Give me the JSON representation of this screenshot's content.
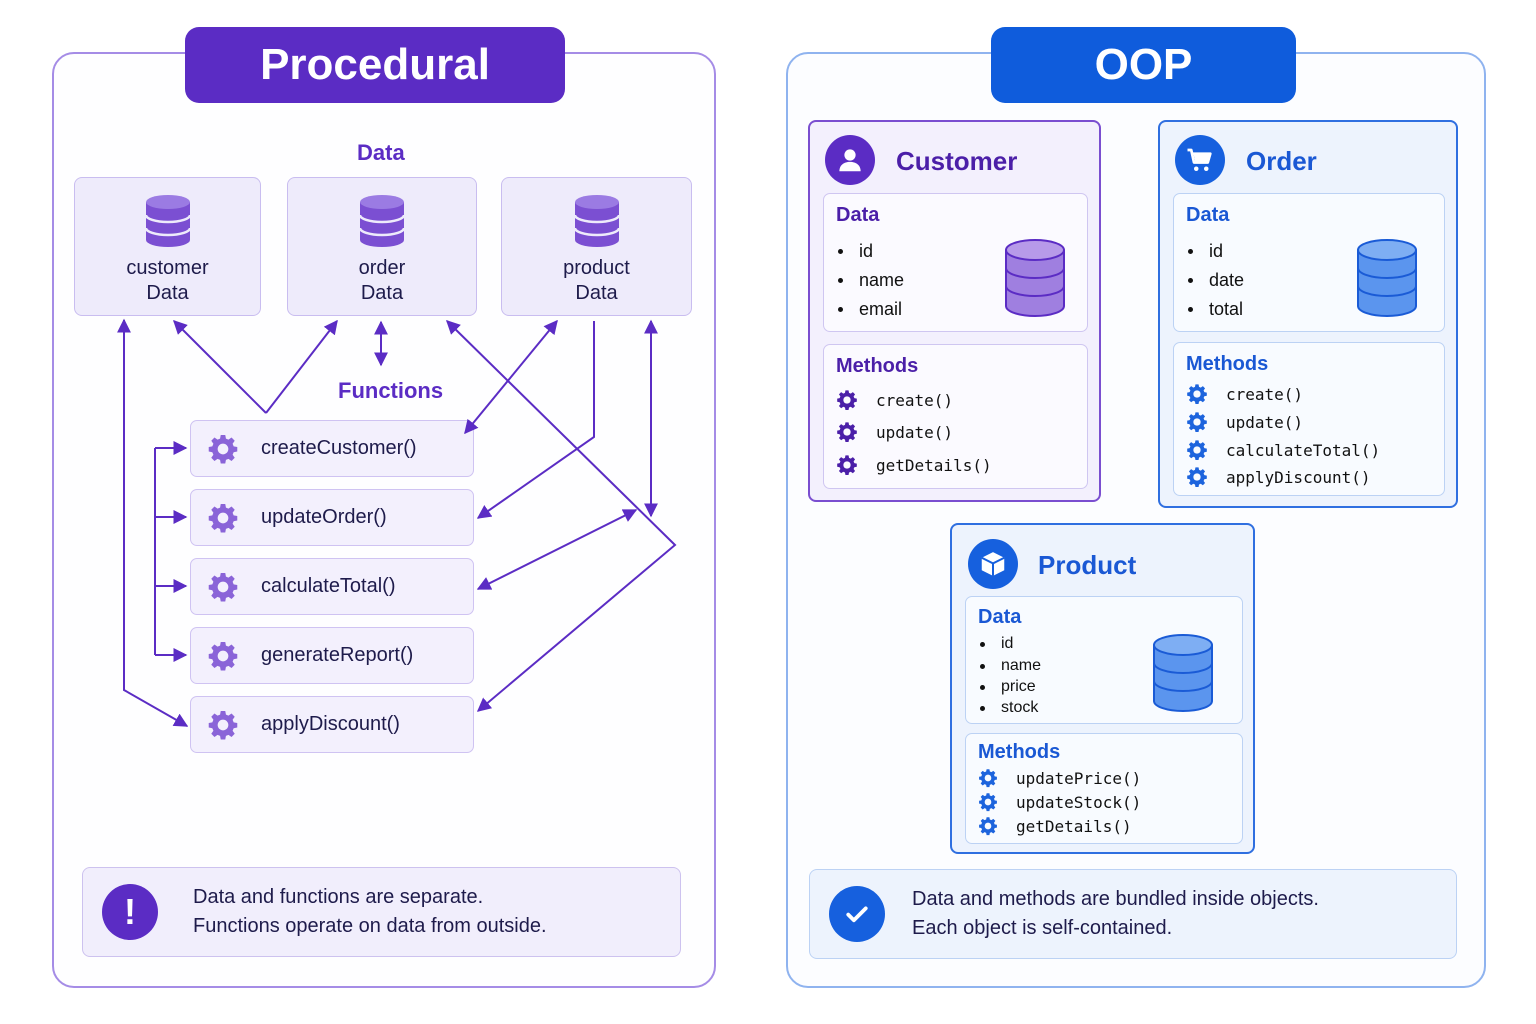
{
  "procedural": {
    "title": "Procedural",
    "data_label": "Data",
    "functions_label": "Functions",
    "data_boxes": [
      {
        "line1": "customer",
        "line2": "Data"
      },
      {
        "line1": "order",
        "line2": "Data"
      },
      {
        "line1": "product",
        "line2": "Data"
      }
    ],
    "functions": [
      "createCustomer()",
      "updateOrder()",
      "calculateTotal()",
      "generateReport()",
      "applyDiscount()"
    ],
    "note": {
      "line1": "Data and functions are separate.",
      "line2": "Functions operate on data from outside.",
      "icon": "exclamation-icon"
    }
  },
  "oop": {
    "title": "OOP",
    "customer": {
      "title": "Customer",
      "icon": "user-icon",
      "data_label": "Data",
      "fields": [
        "id",
        "name",
        "email"
      ],
      "methods_label": "Methods",
      "methods": [
        "create()",
        "update()",
        "getDetails()"
      ]
    },
    "order": {
      "title": "Order",
      "icon": "cart-icon",
      "data_label": "Data",
      "fields": [
        "id",
        "date",
        "total"
      ],
      "methods_label": "Methods",
      "methods": [
        "create()",
        "update()",
        "calculateTotal()",
        "applyDiscount()"
      ]
    },
    "product": {
      "title": "Product",
      "icon": "cube-icon",
      "data_label": "Data",
      "fields": [
        "id",
        "name",
        "price",
        "stock"
      ],
      "methods_label": "Methods",
      "methods": [
        "updatePrice()",
        "updateStock()",
        "getDetails()"
      ]
    },
    "note": {
      "line1": "Data and methods are bundled inside objects.",
      "line2": "Each object is self-contained.",
      "icon": "check-icon"
    }
  },
  "colors": {
    "procedural_accent": "#5b2cc4",
    "oop_accent": "#0f5cdc",
    "arrow": "#5b2cc4"
  }
}
